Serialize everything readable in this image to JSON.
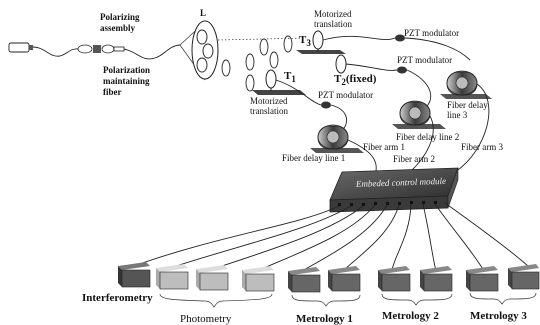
{
  "labels": {
    "polarizing_assembly": [
      "Polarizing",
      "assembly"
    ],
    "pm_fiber": [
      "Polarization",
      "maintaining",
      "fiber"
    ],
    "lens": "L",
    "t3": "T",
    "t3_sub": "3",
    "t1": "T",
    "t1_sub": "1",
    "t2": "T",
    "t2_sub": "2",
    "t2_suffix": "(fixed)",
    "motorized_translation_top": [
      "Motorized",
      "translation"
    ],
    "motorized_translation_bottom": [
      "Motorized",
      "translation"
    ],
    "pzt_modulator_1": "PZT modulator",
    "pzt_modulator_2": "PZT modulator",
    "pzt_modulator_3": "PZT modulator",
    "fiber_delay_line_1": "Fiber delay line 1",
    "fiber_delay_line_2": "Fiber delay line 2",
    "fiber_delay_line_3": [
      "Fiber delay",
      "line 3"
    ],
    "fiber_arm_1": "Fiber arm 1",
    "fiber_arm_2": "Fiber arm 2",
    "fiber_arm_3": "Fiber arm 3",
    "control_module": "Embeded control module",
    "interferometry": "Interferometry",
    "photometry": "Photometry",
    "metrology_1": "Metrology 1",
    "metrology_2": "Metrology 2",
    "metrology_3": "Metrology 3"
  }
}
